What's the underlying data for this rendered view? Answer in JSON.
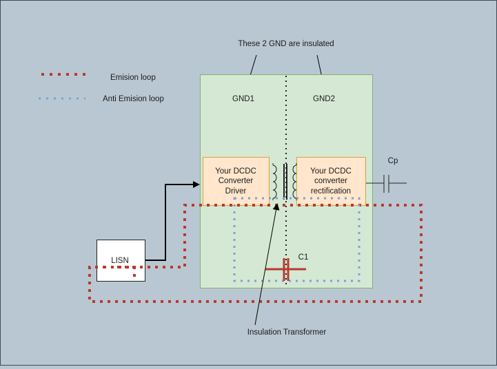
{
  "note_top": "These 2 GND are insulated",
  "legend": {
    "emission": "Emision loop",
    "anti_emission": "Anti Emision loop"
  },
  "gnd1": "GND1",
  "gnd2": "GND2",
  "driver_box": [
    "Your DCDC",
    "Converter",
    "Driver"
  ],
  "rect_box": [
    "Your DCDC",
    "converter",
    "rectification"
  ],
  "cp_label": "Cp",
  "c1_label": "C1",
  "lisn_label": "LISN",
  "transformer_label": "Insulation Transformer",
  "colors": {
    "background": "#b9c7d2",
    "green_area": "#d5e8d4",
    "orange_box": "#ffe6cc",
    "emission": "#b83a2c",
    "anti_emission": "#7f9fd6"
  }
}
